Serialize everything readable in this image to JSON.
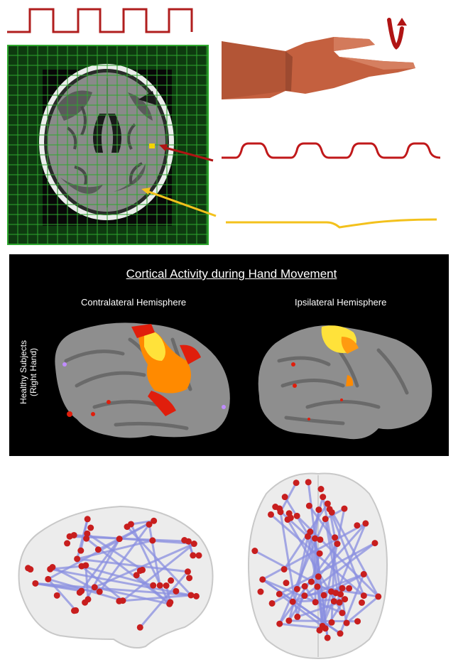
{
  "cortical_panel": {
    "title": "Cortical Activity during Hand Movement",
    "left_label": "Contralateral Hemisphere",
    "right_label": "Ipsilateral Hemisphere",
    "row_label_line1": "Healthy Subjects",
    "row_label_line2": "(Right Hand)"
  },
  "colors": {
    "stimulus_wave": "#b01e1e",
    "responsive_voxel": "#c0181a",
    "nonresponsive_voxel": "#f3c11c",
    "grid": "#2ea82e",
    "network_edge": "#8a8fe0",
    "network_node": "#c81e1e"
  },
  "icons": {
    "rotation": "rotation-arrow-icon"
  }
}
